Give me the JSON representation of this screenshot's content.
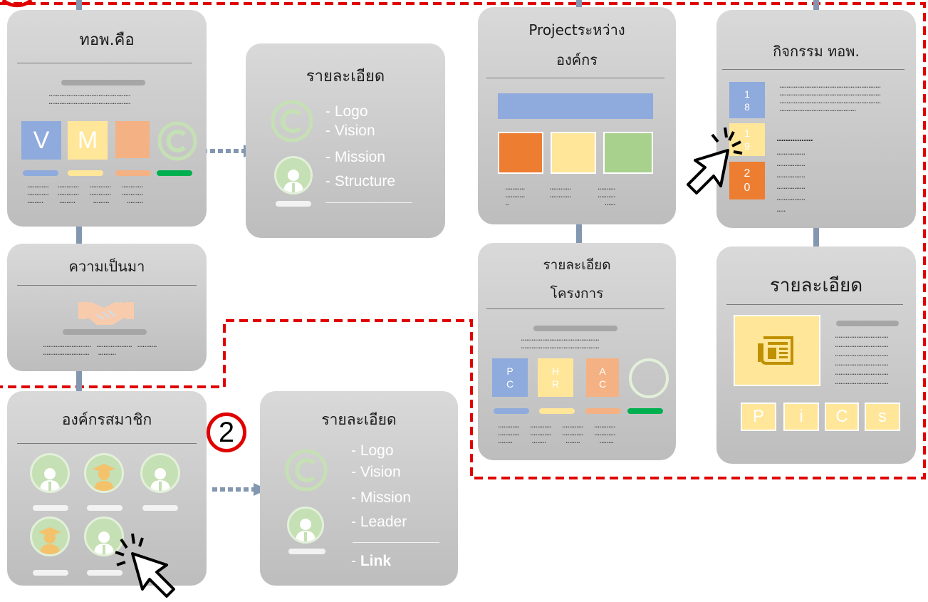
{
  "cards": {
    "about": {
      "title": "ทอพ.คือ",
      "letters": [
        "V",
        "M"
      ]
    },
    "detail1": {
      "title": "รายละเอียด",
      "items": [
        "- Logo",
        "- Vision",
        "- Mission",
        "- Structure"
      ]
    },
    "history": {
      "title": "ความเป็นมา"
    },
    "members": {
      "title": "องค์กรสมาชิก"
    },
    "detail2": {
      "title": "รายละเอียด",
      "items": [
        "- Logo",
        "- Vision",
        "- Mission",
        "- Leader",
        "- ",
        "Link"
      ]
    },
    "projects": {
      "title_line1": "Projectระหว่าง",
      "title_line2": "องค์กร"
    },
    "project_detail": {
      "title_line1": "รายละเอียด",
      "title_line2": "โครงการ",
      "boxes": [
        [
          "P",
          "C"
        ],
        [
          "H",
          "R"
        ],
        [
          "A",
          "C"
        ]
      ]
    },
    "activities": {
      "title": "กิจกรรม ทอพ.",
      "dates": [
        [
          "1",
          "8"
        ],
        [
          "1",
          "9"
        ],
        [
          "2",
          "0"
        ]
      ]
    },
    "activity_detail": {
      "title": "รายละเอียด",
      "pics": [
        "P",
        "i",
        "C",
        "s"
      ]
    }
  },
  "step_marker": "2",
  "colors": {
    "blue": "#8faadc",
    "yellow": "#ffe699",
    "salmon": "#f4b183",
    "orange": "#ed7d31",
    "green": "#a9d18e",
    "dark_green": "#00b050",
    "red_dash": "#e00000",
    "connector": "#8497b0"
  },
  "icons": [
    "copyright-icon",
    "person-icon",
    "graduate-icon",
    "handshake-icon",
    "newspaper-icon",
    "cursor-click-icon"
  ]
}
